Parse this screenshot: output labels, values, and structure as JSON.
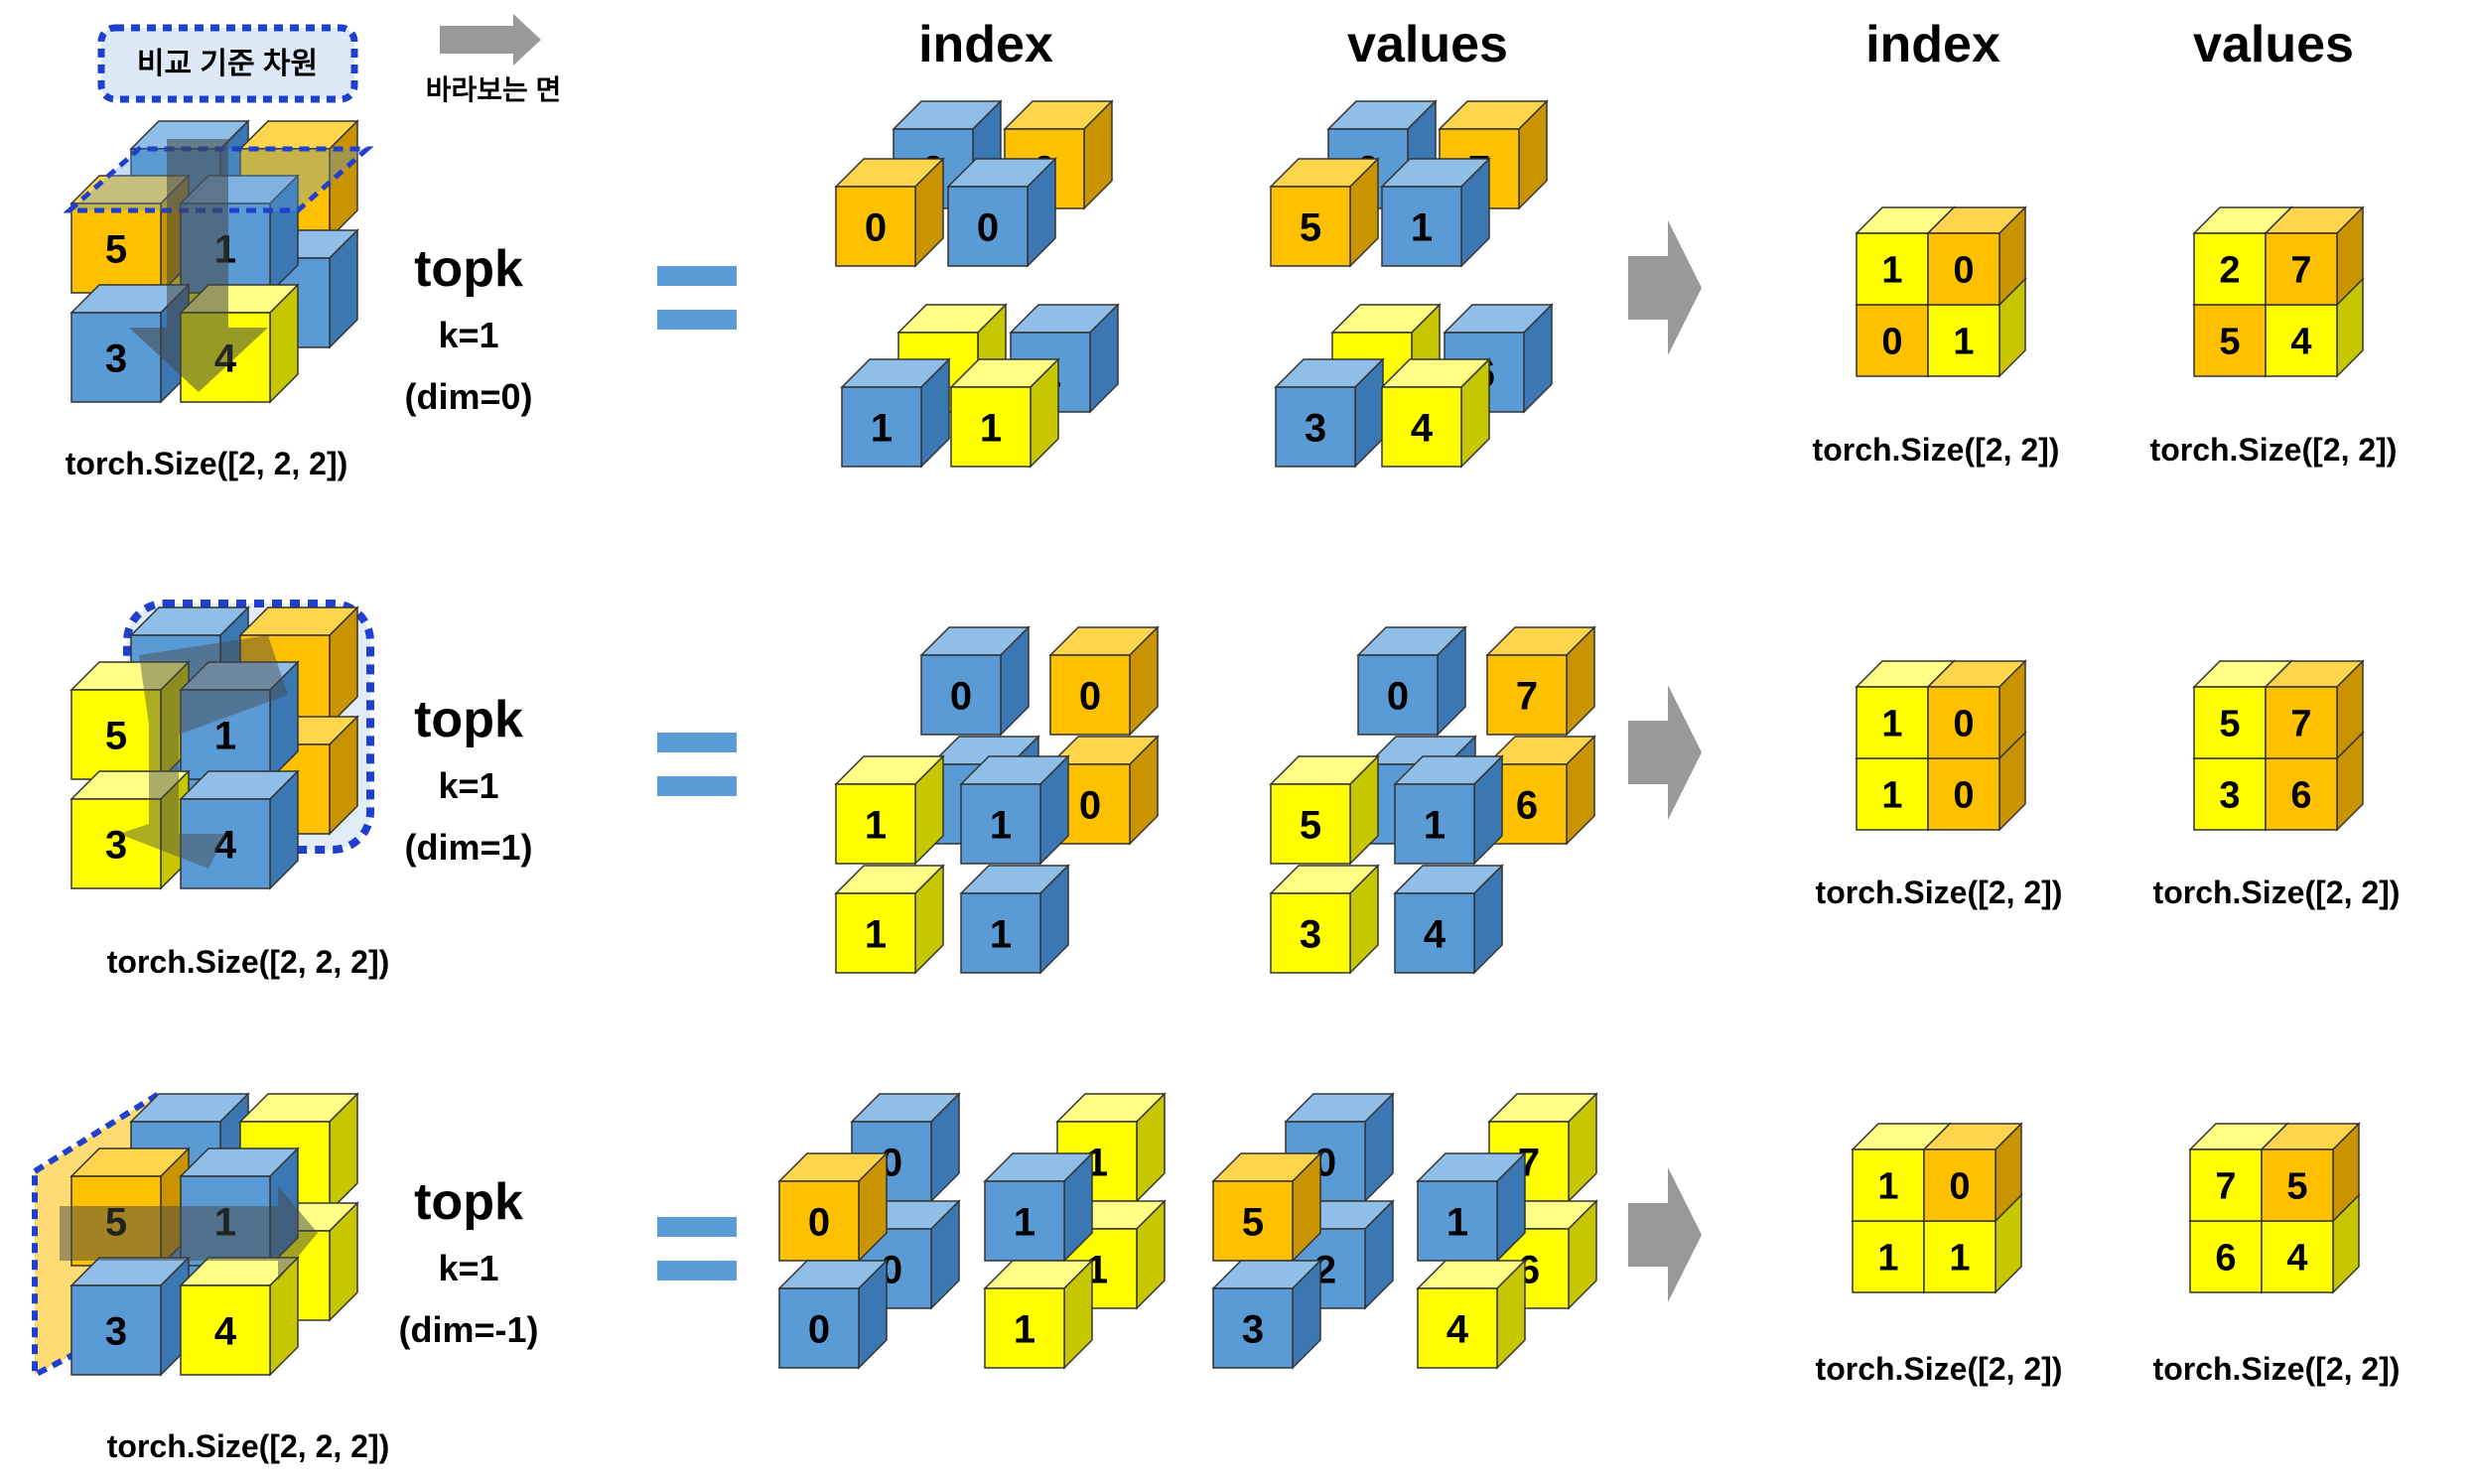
{
  "legend": {
    "badge_text": "비교 기준 차원",
    "arrow_text": "바라보는 면"
  },
  "headers": {
    "index_mid": "index",
    "values_mid": "values",
    "index_right": "index",
    "values_right": "values"
  },
  "colors": {
    "blue": "#5b9bd5",
    "orange": "#ffc000",
    "yellow": "#ffff00",
    "equals": "#5b9bd5",
    "arrow": "#999999",
    "dashed": "#1f3fcf"
  },
  "rows": [
    {
      "topk": "topk",
      "k": "k=1",
      "dim": "(dim=0)",
      "input_size": "torch.Size([2, 2, 2])",
      "tensor": [
        "0",
        "7",
        "5",
        "1",
        "2",
        "6",
        "3",
        "4"
      ],
      "index_out": [
        "1",
        "0",
        "0",
        "1"
      ],
      "values_out": [
        "2",
        "7",
        "5",
        "4"
      ],
      "index_size": "torch.Size([2, 2])",
      "values_size": "torch.Size([2, 2])"
    },
    {
      "topk": "topk",
      "k": "k=1",
      "dim": "(dim=1)",
      "input_size": "torch.Size([2, 2, 2])",
      "tensor": [
        "0",
        "7",
        "5",
        "1",
        "2",
        "6",
        "3",
        "4"
      ],
      "index_out": [
        "1",
        "0",
        "1",
        "0"
      ],
      "values_out": [
        "5",
        "7",
        "3",
        "6"
      ],
      "index_size": "torch.Size([2, 2])",
      "values_size": "torch.Size([2, 2])"
    },
    {
      "topk": "topk",
      "k": "k=1",
      "dim": "(dim=-1)",
      "input_size": "torch.Size([2, 2, 2])",
      "tensor": [
        "0",
        "7",
        "5",
        "1",
        "2",
        "6",
        "3",
        "4"
      ],
      "index_out": [
        "1",
        "0",
        "1",
        "1"
      ],
      "values_out": [
        "7",
        "5",
        "6",
        "4"
      ],
      "index_size": "torch.Size([2, 2])",
      "values_size": "torch.Size([2, 2])"
    }
  ]
}
